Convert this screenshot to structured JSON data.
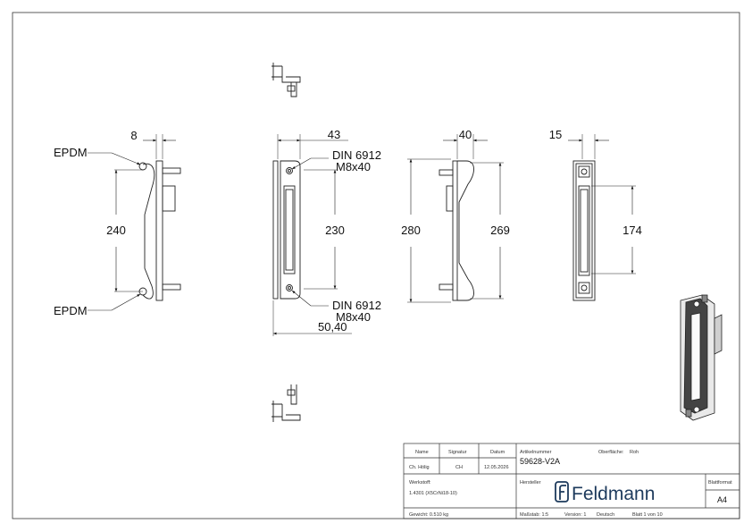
{
  "views": {
    "left": {
      "width_dim": "8",
      "height_dim": "240",
      "seal_top": "EPDM",
      "seal_bottom": "EPDM"
    },
    "front": {
      "width_dim": "43",
      "height_dim": "230",
      "screw_top": [
        "DIN 6912",
        "M8x40"
      ],
      "screw_bottom": [
        "DIN 6912",
        "M8x40"
      ],
      "total_width_dim": "50,40"
    },
    "side": {
      "width_dim": "40",
      "height_outer_dim": "280",
      "height_inner_dim": "269"
    },
    "right": {
      "width_dim": "15",
      "height_dim": "174"
    }
  },
  "title_block": {
    "name_header": "Name",
    "signature_header": "Signatur",
    "date_header": "Datum",
    "name_value": "Ch. Hölig",
    "signature_value": "CH",
    "date_value": "12.05.2026",
    "article_label": "Artikelnummer",
    "article_value": "59628-V2A",
    "surface_label": "Oberfläche:",
    "surface_value": "Roh",
    "material_label": "Werkstoff:",
    "material_value": "1.4301 (X5CrNi18-10)",
    "maker_label": "Hersteller",
    "brand_name": "Feldmann",
    "format_label": "Blattformat",
    "format_value": "A4",
    "weight_text": "Gewicht: 0.510 kg",
    "scale_text": "Maßstab: 1:5",
    "version_text": "Version: 1",
    "language_text": "Deutsch",
    "sheet_text": "Blatt 1 von 10"
  }
}
